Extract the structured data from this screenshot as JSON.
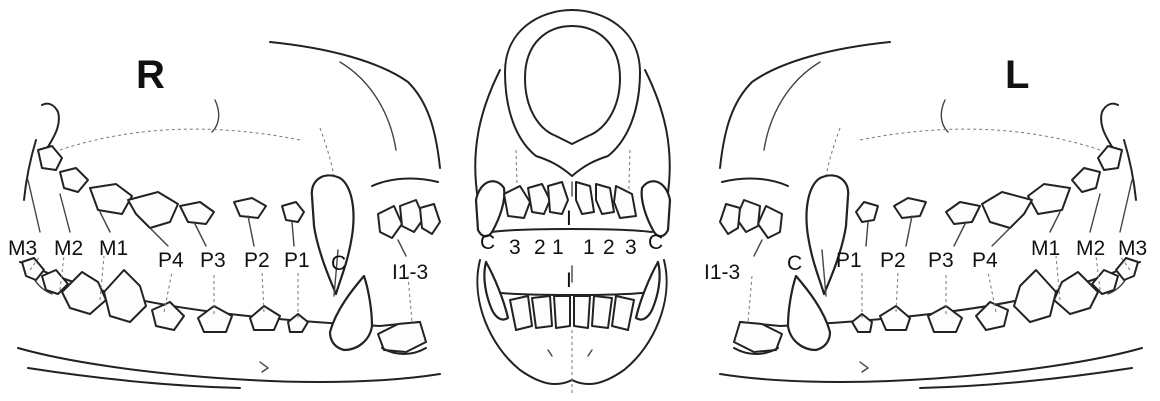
{
  "side_labels": {
    "right": "R",
    "left": "L"
  },
  "right_view": {
    "molars": [
      "M3",
      "M2",
      "M1"
    ],
    "premolars": [
      "P4",
      "P3",
      "P2",
      "P1"
    ],
    "canine": "C",
    "incisors": "I1-3"
  },
  "front_view": {
    "upper_incisor": "I",
    "lower_incisor": "I",
    "canine_left": "C",
    "canine_right": "C",
    "incisor_numbers": [
      "3",
      "2",
      "1",
      "1",
      "2",
      "3"
    ]
  },
  "left_view": {
    "incisors": "I1-3",
    "canine": "C",
    "premolars": [
      "P1",
      "P2",
      "P3",
      "P4"
    ],
    "molars": [
      "M1",
      "M2",
      "M3"
    ]
  }
}
